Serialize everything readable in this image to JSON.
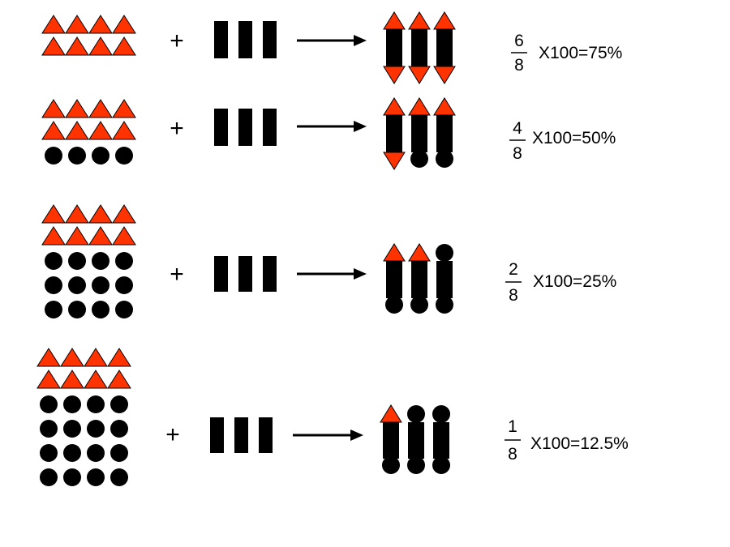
{
  "colors": {
    "triangle": "#ff3300",
    "mark": "#000000",
    "background": "#ffffff"
  },
  "rows": [
    {
      "triangle_rows": 2,
      "circle_rows": 0,
      "plus": "+",
      "bar_count": 3,
      "result": [
        {
          "top": "triangle",
          "bottom": "triangle"
        },
        {
          "top": "triangle",
          "bottom": "triangle"
        },
        {
          "top": "triangle",
          "bottom": "triangle"
        }
      ],
      "numerator": "6",
      "denominator": "8",
      "expression": "X100=75%"
    },
    {
      "triangle_rows": 2,
      "circle_rows": 1,
      "plus": "+",
      "bar_count": 3,
      "result": [
        {
          "top": "triangle",
          "bottom": "triangle"
        },
        {
          "top": "triangle",
          "bottom": "circle"
        },
        {
          "top": "triangle",
          "bottom": "circle"
        }
      ],
      "numerator": "4",
      "denominator": "8",
      "expression": "X100=50%"
    },
    {
      "triangle_rows": 2,
      "circle_rows": 3,
      "plus": "+",
      "bar_count": 3,
      "result": [
        {
          "top": "triangle",
          "bottom": "circle"
        },
        {
          "top": "triangle",
          "bottom": "circle"
        },
        {
          "top": "circle",
          "bottom": "circle"
        }
      ],
      "numerator": "2",
      "denominator": "8",
      "expression": "X100=25%"
    },
    {
      "triangle_rows": 2,
      "circle_rows": 4,
      "plus": "+",
      "bar_count": 3,
      "result": [
        {
          "top": "triangle",
          "bottom": "circle"
        },
        {
          "top": "circle",
          "bottom": "circle"
        },
        {
          "top": "circle",
          "bottom": "circle"
        }
      ],
      "numerator": "1",
      "denominator": "8",
      "expression": "X100=12.5%"
    }
  ]
}
